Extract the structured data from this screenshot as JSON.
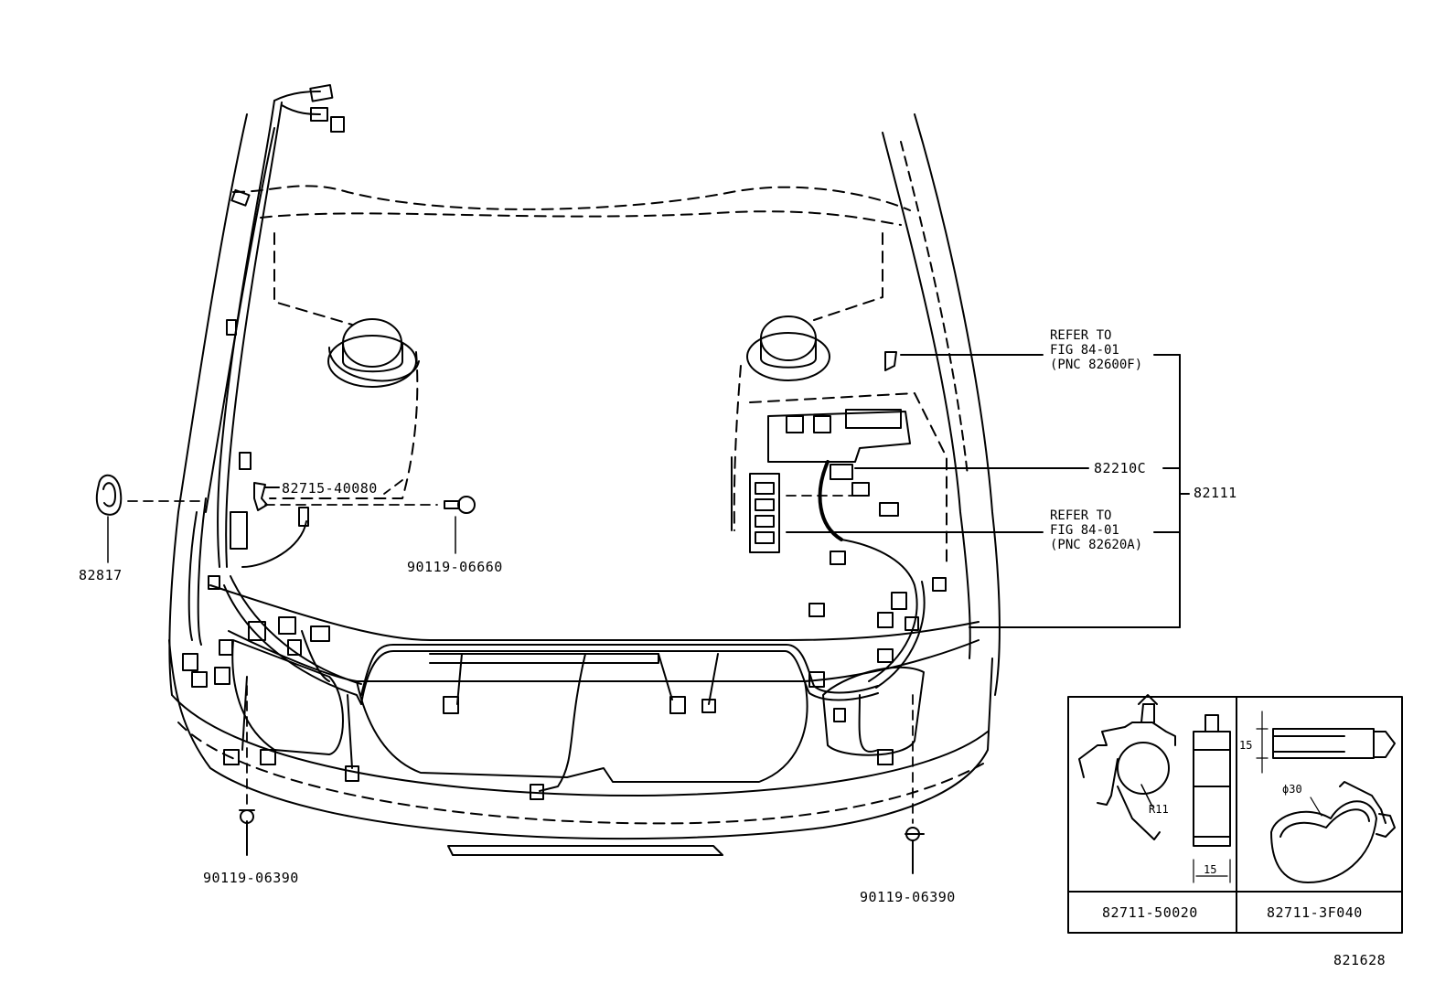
{
  "parts": {
    "p82817": "82817",
    "p82715_40080": "82715-40080",
    "p90119_06660": "90119-06660",
    "p90119_06390_left": "90119-06390",
    "p90119_06390_right": "90119-06390",
    "p82210C": "82210C",
    "p82111": "82111"
  },
  "refs": {
    "upper": {
      "line1": "REFER TO",
      "line2": "FIG 84-01",
      "line3": "(PNC 82600F)"
    },
    "lower": {
      "line1": "REFER TO",
      "line2": "FIG 84-01",
      "line3": "(PNC 82620A)"
    }
  },
  "inset": {
    "left_part": "82711-50020",
    "right_part": "82711-3F040",
    "dim_r11": "R11",
    "dim_15_left": "15",
    "dim_15_right": "15",
    "dim_phi30": "ϕ30"
  },
  "figure_id": "821628"
}
